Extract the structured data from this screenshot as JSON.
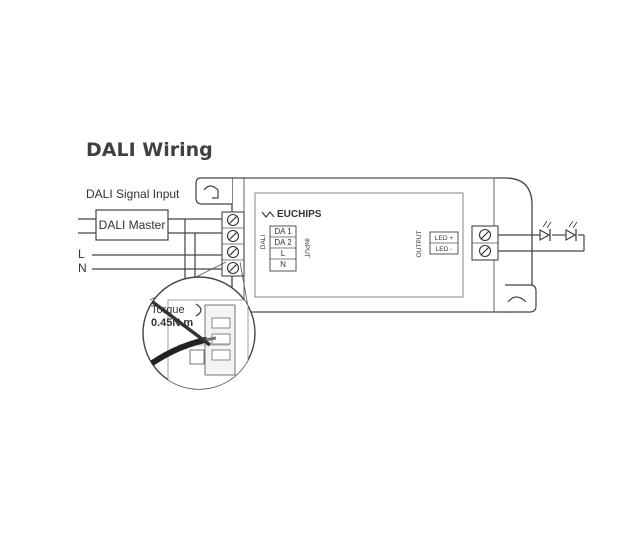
{
  "title": "DALI Wiring",
  "signal_input_label": "DALI Signal Input",
  "master_label": "DALI Master",
  "line_labels": {
    "l": "L",
    "n": "N"
  },
  "brand": "EUCHIPS",
  "input": {
    "section": "INPUT",
    "dali_side": "DALI",
    "terminals": [
      "DA 1",
      "DA 2",
      "L",
      "N"
    ]
  },
  "output": {
    "section": "OUTPUT",
    "terminals": [
      "LED +",
      "LED -"
    ]
  },
  "torque": {
    "label": "Torque",
    "value": "0.45N.m"
  },
  "colors": {
    "line": "#444444",
    "text": "#333333",
    "title": "#404040"
  }
}
